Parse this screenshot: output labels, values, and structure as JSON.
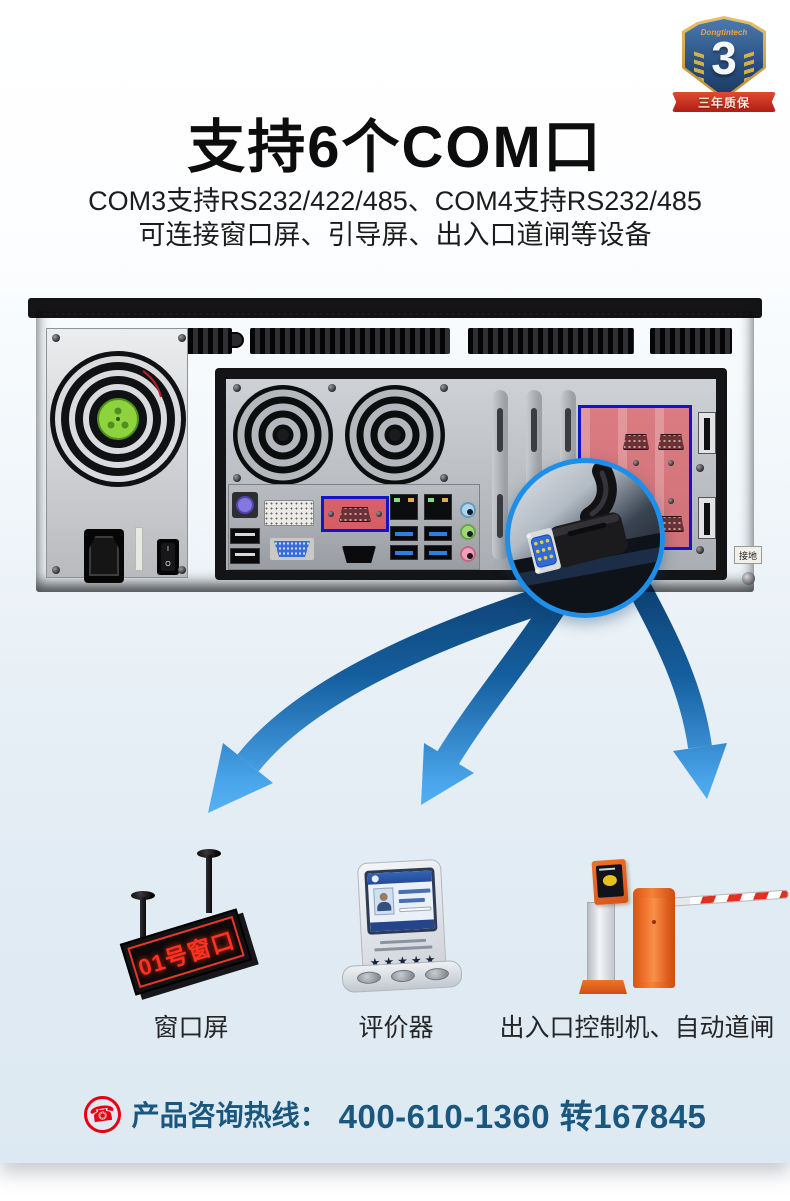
{
  "badge": {
    "brand": "Dongtintech",
    "years": "3",
    "ribbon": "三年质保"
  },
  "header": {
    "title": "支持6个COM口",
    "subtitle1": "COM3支持RS232/422/485、COM4支持RS232/485",
    "subtitle2": "可连接窗口屏、引导屏、出入口道闸等设备"
  },
  "chassis": {
    "ground_label": "接地",
    "switch_on": "I",
    "switch_off": "O"
  },
  "devices": [
    {
      "label": "窗口屏",
      "led_text": "01号窗口"
    },
    {
      "label": "评价器",
      "stars": "★★★★★"
    },
    {
      "label": "出入口控制机、自动道闸"
    }
  ],
  "hotline": {
    "label": "产品咨询热线：",
    "number": "400-610-1360 转167845"
  },
  "icons": {
    "phone": "☎"
  },
  "colors": {
    "panel_bottom": "#dde9f2",
    "arrow_dark": "#0b3763",
    "arrow_light": "#5bb4f4",
    "highlight_red": "#e4464c",
    "highlight_border": "#1414c8",
    "callout_ring": "#1e8fe8",
    "led_red": "#ff3222",
    "hotline_blue": "#1a577e",
    "hotline_red": "#e60012",
    "badge_blue": "#274e7e",
    "badge_gold": "#d8a13c",
    "ribbon_red": "#c9231d",
    "gate_orange": "#f07a28"
  }
}
